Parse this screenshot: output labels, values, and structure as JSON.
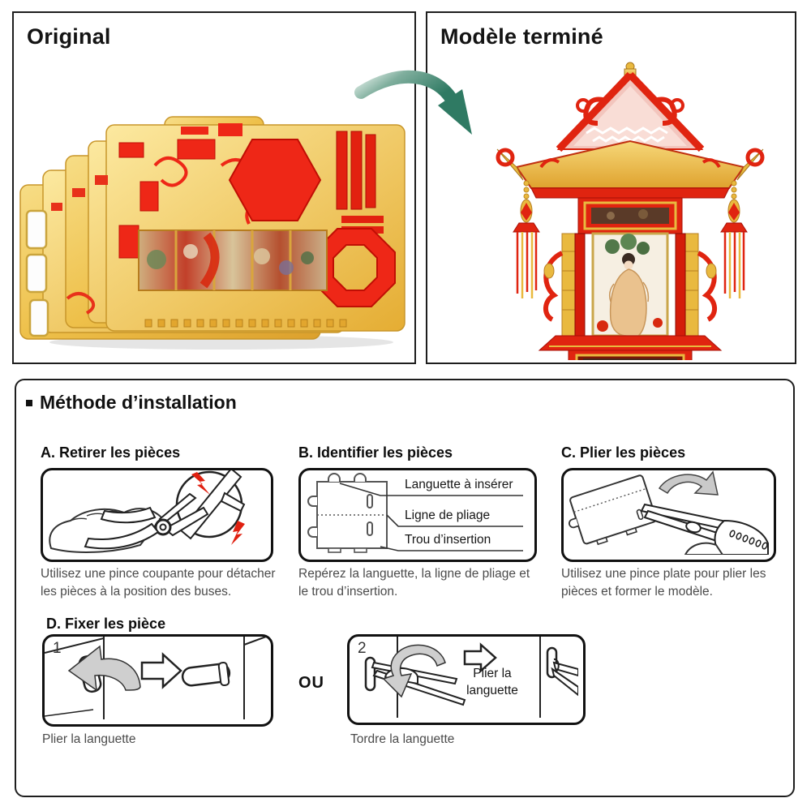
{
  "original_panel": {
    "title": "Original"
  },
  "finished_panel": {
    "title": "Modèle terminé"
  },
  "method_panel": {
    "title": "Méthode d’installation",
    "step_a": {
      "heading": "A. Retirer les pièces",
      "caption": "Utilisez une pince coupante pour détacher les pièces à la position des buses."
    },
    "step_b": {
      "heading": "B. Identifier les pièces",
      "caption": "Repérez la languette, la ligne de pliage et le trou d’insertion.",
      "labels": [
        "Languette à insérer",
        "Ligne de pliage",
        "Trou d’insertion"
      ]
    },
    "step_c": {
      "heading": "C. Plier les pièces",
      "caption": "Utilisez une pince plate pour plier les pièces et former le modèle."
    },
    "step_d": {
      "heading": "D. Fixer les pièce",
      "option1": {
        "number": "1",
        "caption": "Plier la languette"
      },
      "or_label": "OU",
      "option2": {
        "number": "2",
        "inner_label": "Plier la languette",
        "caption": "Tordre la languette"
      }
    }
  },
  "colors": {
    "accent_red": "#e8311a",
    "gold": "#e9b93f",
    "arrow_green": "#2f7a63",
    "border": "#1e1e1e"
  }
}
